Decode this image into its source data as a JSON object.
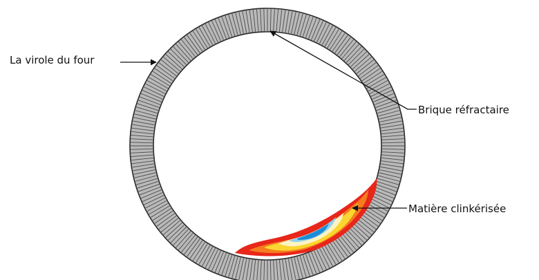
{
  "labels": {
    "shell": "La virole du four",
    "brick": "Brique réfractaire",
    "clinker": "Matière clinkérisée"
  },
  "colors": {
    "ring_fill": "#b9b9b9",
    "ring_stripes": "#4a4a4a",
    "ring_outline": "#2a2a2a",
    "arrow": "#111111",
    "clinker_outer": "#e8261a",
    "clinker_orange": "#f57c1f",
    "clinker_yellow": "#fbd531",
    "clinker_cream": "#fdf3c3",
    "clinker_lightblue": "#8fd0ef",
    "clinker_blue": "#1d8cd6"
  }
}
